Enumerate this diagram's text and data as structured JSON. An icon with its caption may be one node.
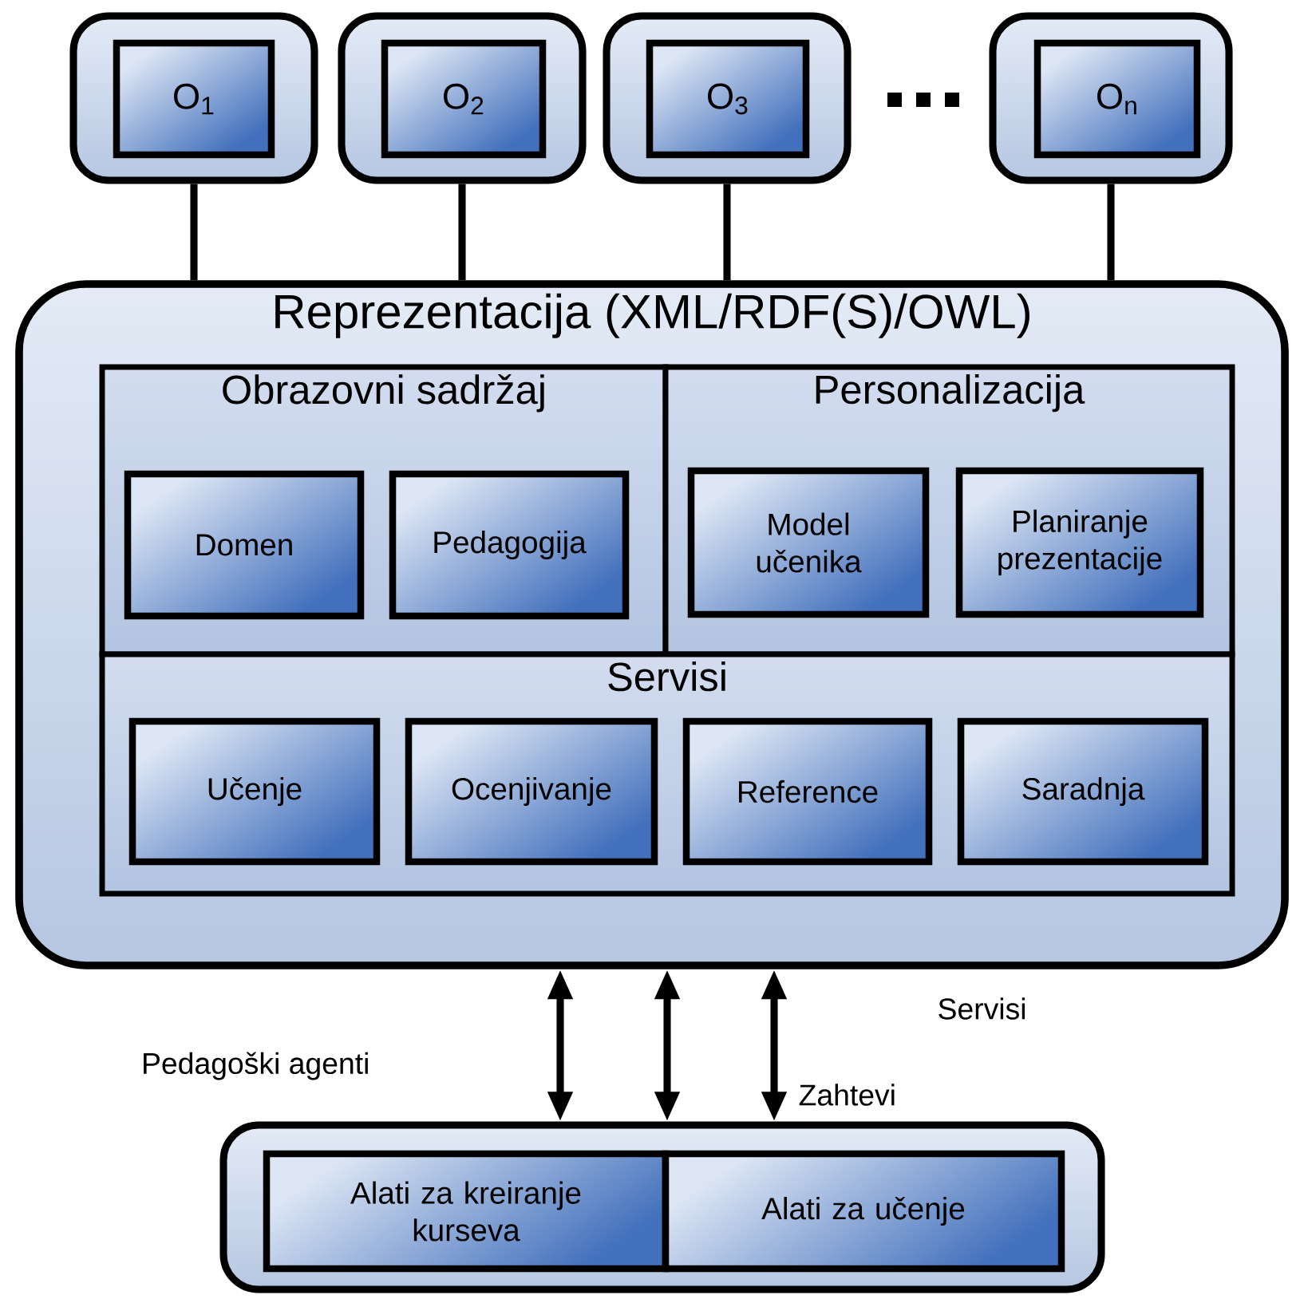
{
  "diagram": {
    "nodes": [
      {
        "text": [],
        "shape": "box"
      },
      {
        "text": [
          "O$_{1}$"
        ],
        "in": 0
      },
      {
        "text": [],
        "shape": "box"
      },
      {
        "text": [
          "O$_{2}$"
        ],
        "in": 2
      },
      {
        "text": [],
        "shape": "box"
      },
      {
        "text": [
          "O$_{3}$"
        ],
        "in": 4
      },
      {
        "text": [],
        "shape": "box"
      },
      {
        "text": [
          "O$_{n}$"
        ],
        "in": 6
      },
      {
        "text": [
          "Reprezentacija (XML/RDF(S)/OWL)"
        ]
      },
      {
        "text": [
          "Obrazovni sadržaj"
        ],
        "in": 8
      },
      {
        "text": [
          "Domen"
        ],
        "in": 9
      },
      {
        "text": [
          "Pedagogija"
        ],
        "in": 9
      },
      {
        "text": [
          "Personalizacija"
        ],
        "in": 8
      },
      {
        "text": [
          "Model učenika"
        ],
        "in": 12
      },
      {
        "text": [
          "Planiranje prezentacije"
        ],
        "in": 12
      },
      {
        "text": [
          "Servisi"
        ],
        "in": 8
      },
      {
        "text": [
          "Učenje"
        ],
        "in": 15
      },
      {
        "text": [
          "Ocenjivanje"
        ],
        "in": 15
      },
      {
        "text": [
          "Reference"
        ],
        "in": 15
      },
      {
        "text": [
          "Saradnja"
        ],
        "in": 15
      },
      {
        "text": [],
        "shape": "box"
      },
      {
        "text": [
          "Alati za kreiranje kurseva"
        ],
        "in": 20
      },
      {
        "text": [
          "Alati za učenje"
        ],
        "in": 20
      }
    ],
    "edges": [
      {
        "from": 0,
        "to": 8,
        "arrow": "none"
      },
      {
        "from": 2,
        "to": 8,
        "arrow": "none"
      },
      {
        "from": 4,
        "to": 8,
        "arrow": "none"
      },
      {
        "from": 6,
        "to": 8,
        "arrow": "none"
      },
      {
        "from": 8,
        "to": 20,
        "arrow": "both"
      },
      {
        "from": 8,
        "to": 20,
        "arrow": "both"
      },
      {
        "from": 8,
        "to": 20,
        "arrow": "both"
      }
    ],
    "labels": [
      "Servisi",
      "Pedagoški agenti",
      "Zahtevi"
    ]
  }
}
